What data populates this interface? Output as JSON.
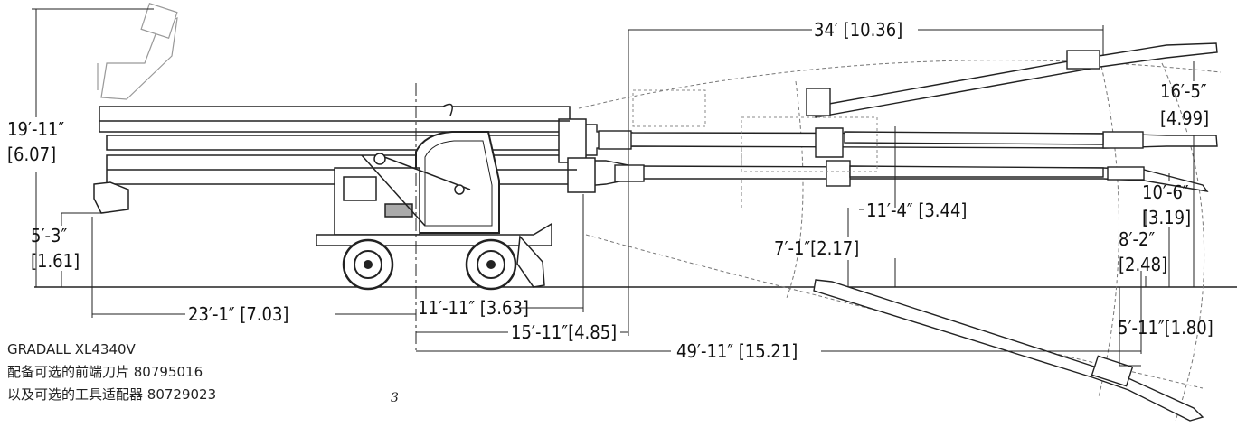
{
  "dimensions": {
    "overall_height": "19′-11″",
    "overall_height_m": "[6.07]",
    "frame_height": "5′-3″",
    "frame_height_m": "[1.61]",
    "rear_length": "23′-1″ [7.03]",
    "reach_short": "11′-11″ [3.63]",
    "reach_mid": "15′-11″[4.85]",
    "reach_full": "49′-11″ [15.21]",
    "boom_extension": "34′ [10.36]",
    "right_height_top": "16′-5″",
    "right_height_top_m": "[4.99]",
    "right_height_mid": "10′-6″",
    "right_height_mid_m": "[3.19]",
    "boom_mid_height": "11′-4″ [3.44]",
    "boom_low_height": "7′-1″[2.17]",
    "right_height_low": "8′-2″",
    "right_height_low_m": "[2.48]",
    "below_ground": "5′-11″[1.80]"
  },
  "caption": {
    "line1": "GRADALL XL4340V",
    "line2": "配备可选的前端刀片 80795016",
    "line3": "以及可选的工具适配器 80729023"
  },
  "page_number": "3"
}
